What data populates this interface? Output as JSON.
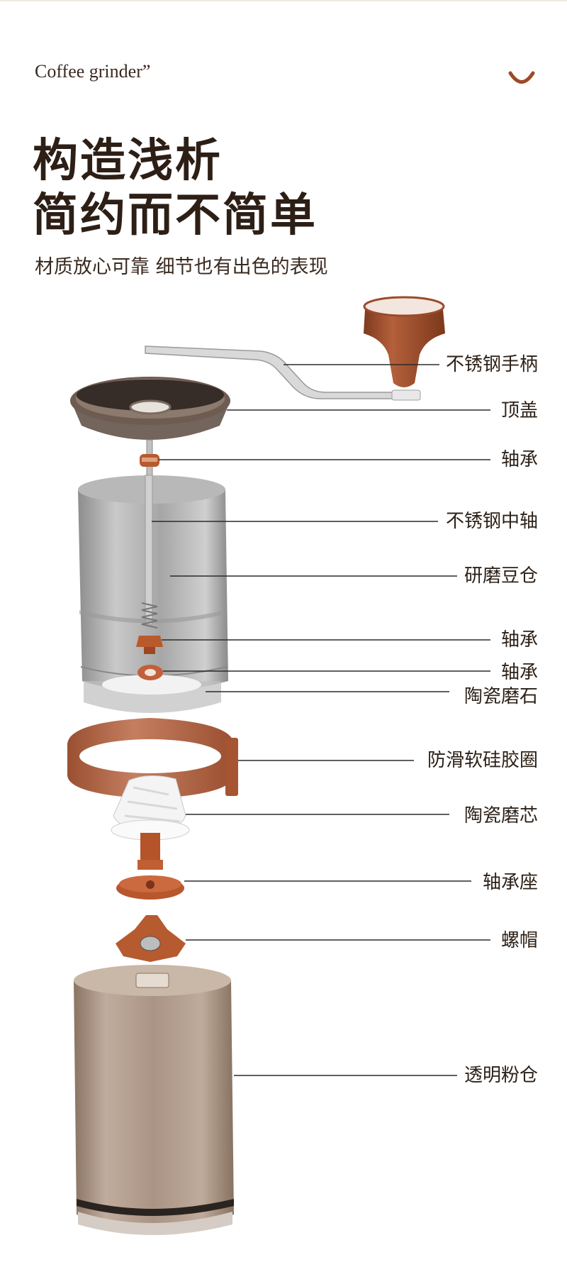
{
  "header": {
    "eyebrow": "Coffee grinder”",
    "title_line1": "构造浅析",
    "title_line2": "简约而不简单",
    "subtitle": "材质放心可靠 细节也有出色的表现"
  },
  "parts": [
    {
      "id": "handle",
      "label": "不锈钢手柄"
    },
    {
      "id": "top-lid",
      "label": "顶盖"
    },
    {
      "id": "bearing-top",
      "label": "轴承"
    },
    {
      "id": "center-shaft",
      "label": "不锈钢中轴"
    },
    {
      "id": "grinding-chamber",
      "label": "研磨豆仓"
    },
    {
      "id": "bearing-mid",
      "label": "轴承"
    },
    {
      "id": "bearing-low",
      "label": "轴承"
    },
    {
      "id": "ceramic-burr-outer",
      "label": "陶瓷磨石"
    },
    {
      "id": "silicone-ring",
      "label": "防滑软硅胶圈"
    },
    {
      "id": "ceramic-burr-core",
      "label": "陶瓷磨芯"
    },
    {
      "id": "bearing-seat",
      "label": "轴承座"
    },
    {
      "id": "nut",
      "label": "螺帽"
    },
    {
      "id": "powder-jar",
      "label": "透明粉仓"
    }
  ],
  "colors": {
    "accent": "#9b4a2a",
    "text": "#2d1f16",
    "line": "#2b2b2b"
  }
}
